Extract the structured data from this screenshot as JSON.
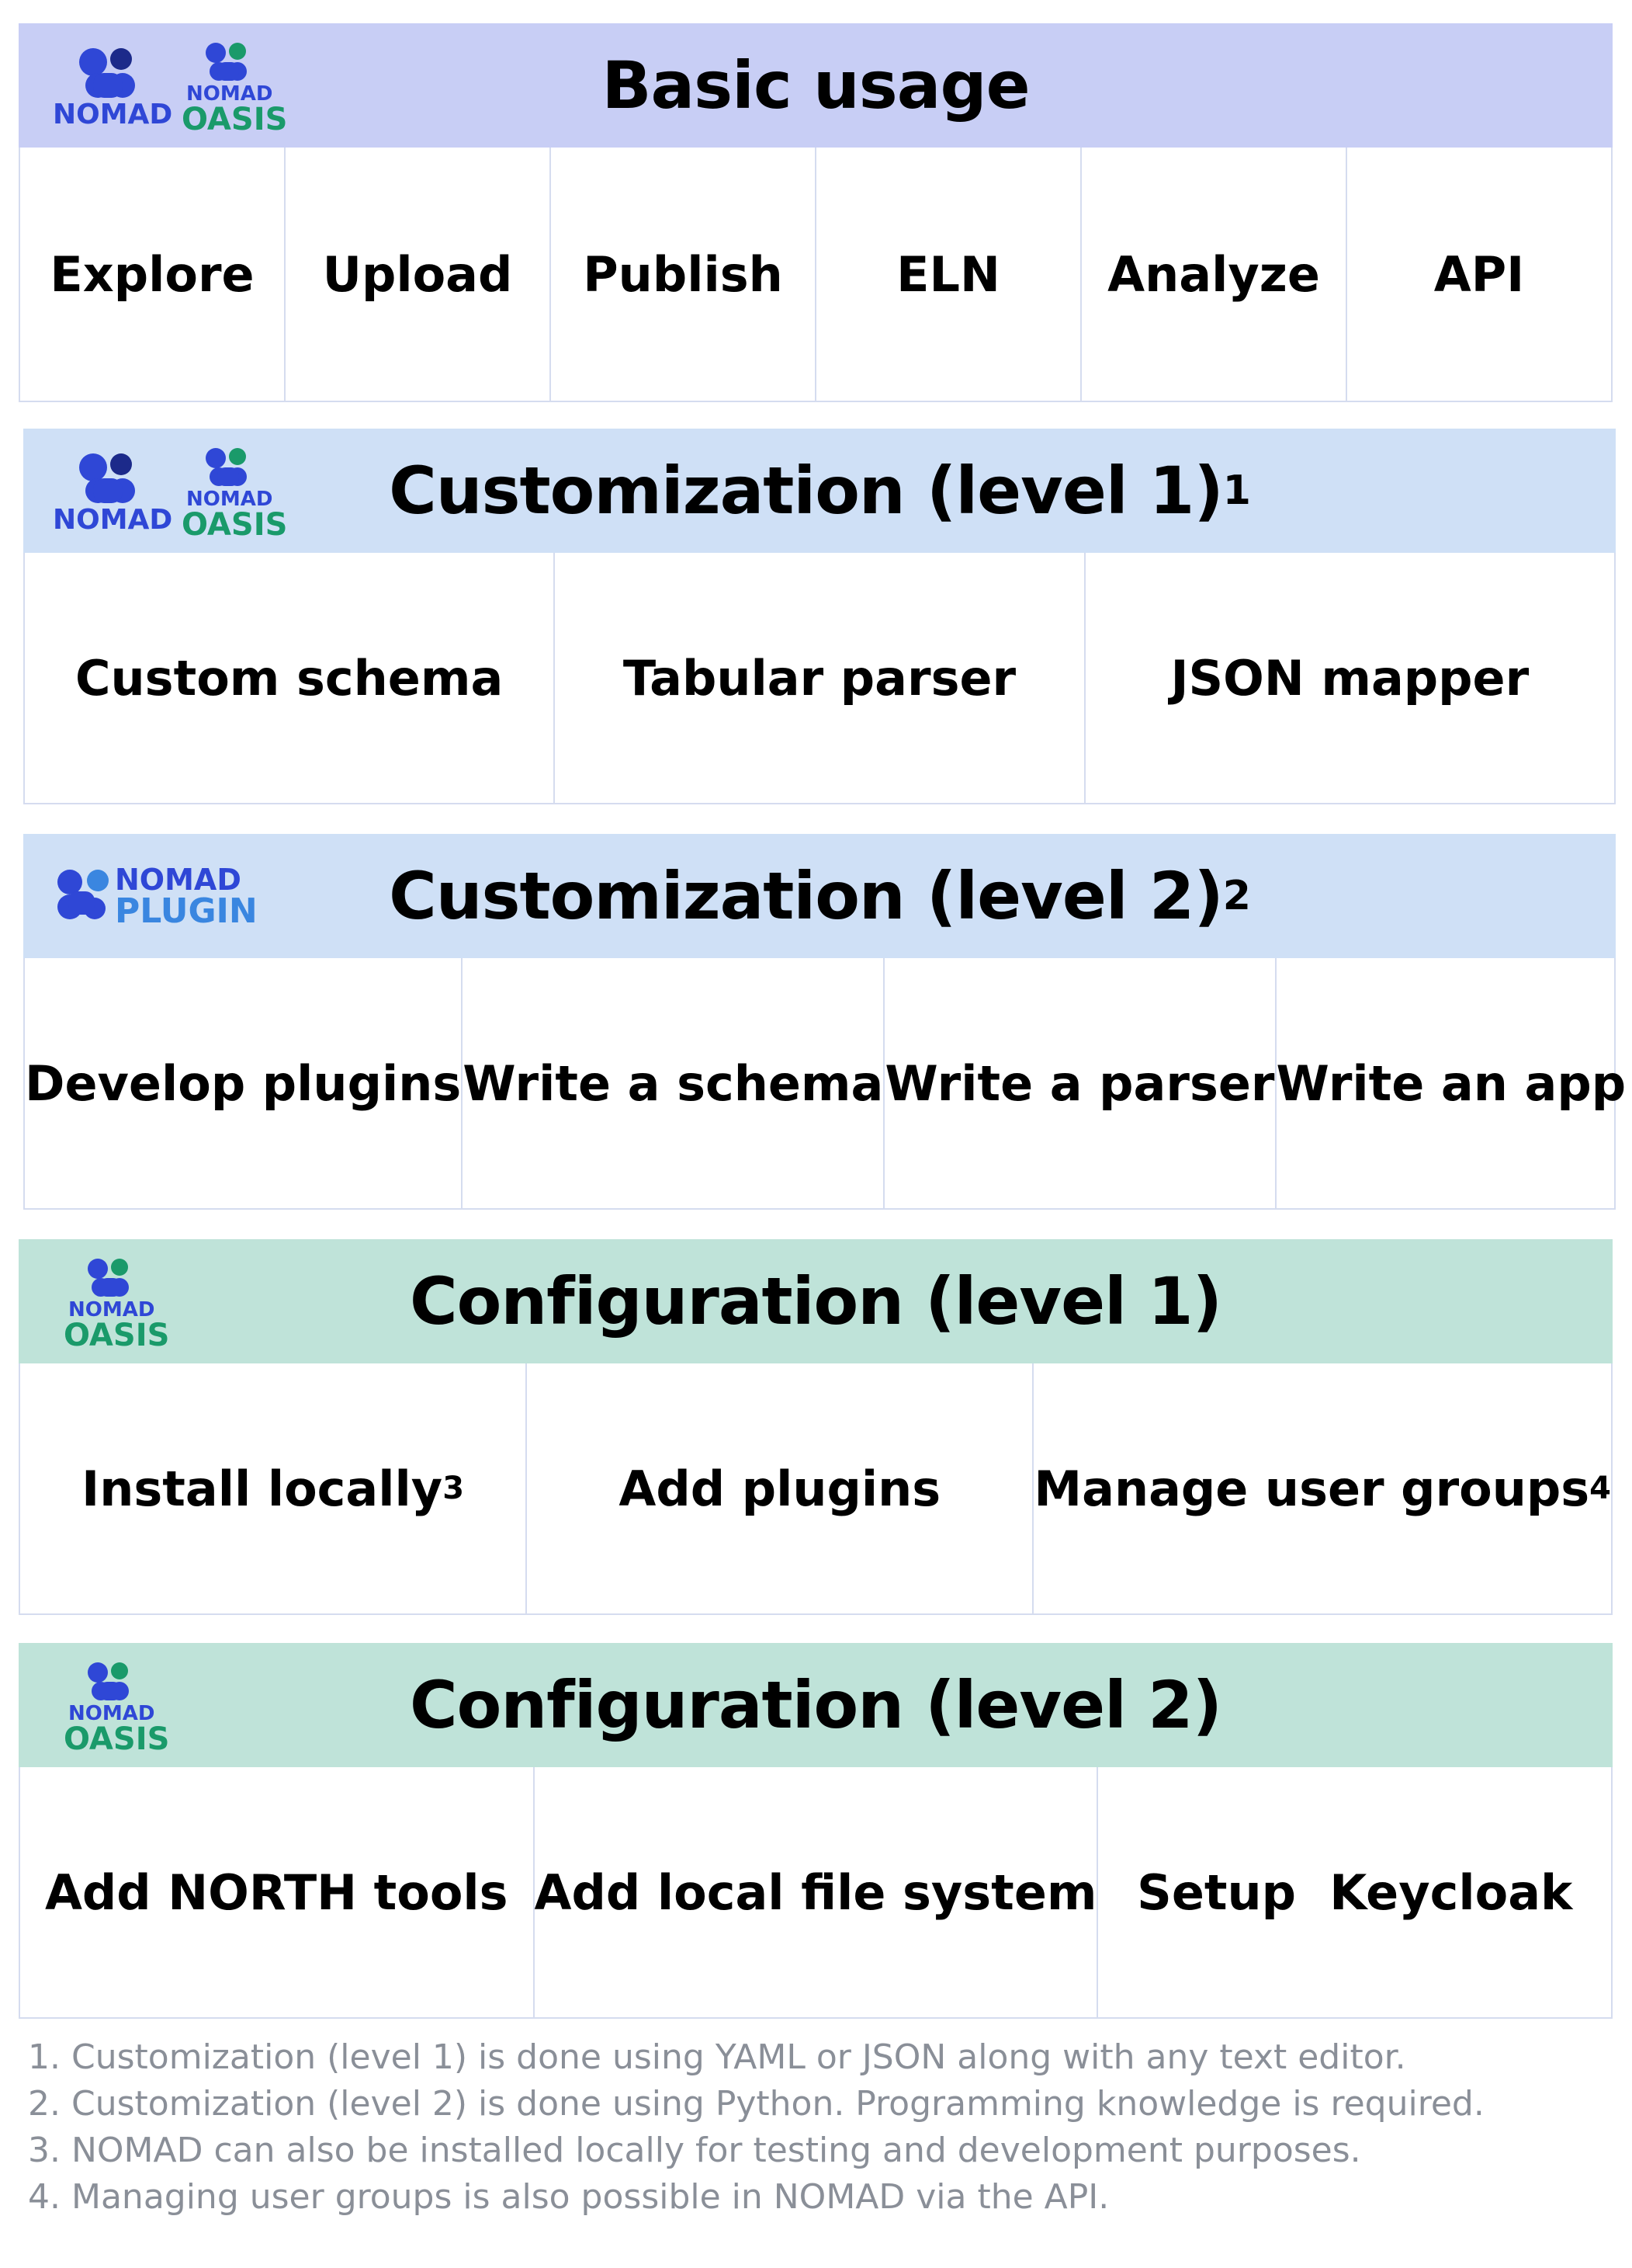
{
  "sections": [
    {
      "title": "Basic usage",
      "cells": [
        "Explore",
        "Upload",
        "Publish",
        "ELN",
        "Analyze",
        "API"
      ]
    },
    {
      "title": "Customization (level 1)",
      "title_sup": "1",
      "cells": [
        "Custom schema",
        "Tabular parser",
        "JSON mapper"
      ]
    },
    {
      "title": "Customization (level 2)",
      "title_sup": "2",
      "cells": [
        "Develop plugins",
        "Write a schema",
        "Write a parser",
        "Write an app"
      ]
    },
    {
      "title": "Configuration (level 1)",
      "cells": [
        "Install locally",
        "Add plugins",
        "Manage user groups"
      ],
      "cell_sups": [
        "3",
        "4"
      ]
    },
    {
      "title": "Configuration (level 2)",
      "cells": [
        "Add NORTH tools",
        "Add local file system",
        "Setup  Keycloak"
      ]
    }
  ],
  "logos": {
    "nomad": "NOMAD",
    "oasis_top": "NOMAD",
    "oasis_bottom": "OASIS",
    "plugin_top": "NOMAD",
    "plugin_bottom": "PLUGIN"
  },
  "colors": {
    "nomad_blue": "#2f47d6",
    "oasis_green": "#1a9a6a",
    "plugin_blue": "#3a86e0",
    "header_basic": "#c8cef5",
    "header_custom": "#cfe0f6",
    "header_config": "#bfe3d9"
  },
  "footnotes": [
    {
      "num": "1.",
      "text": "Customization (level 1) is done using YAML or JSON along with any text editor."
    },
    {
      "num": "2.",
      "text": "Customization (level 2) is done using Python. Programming knowledge  is required."
    },
    {
      "num": "3.",
      "text": "NOMAD can also be installed locally for testing and development purposes."
    },
    {
      "num": "4.",
      "text": "Managing user groups is also possible in NOMAD via the API."
    }
  ]
}
